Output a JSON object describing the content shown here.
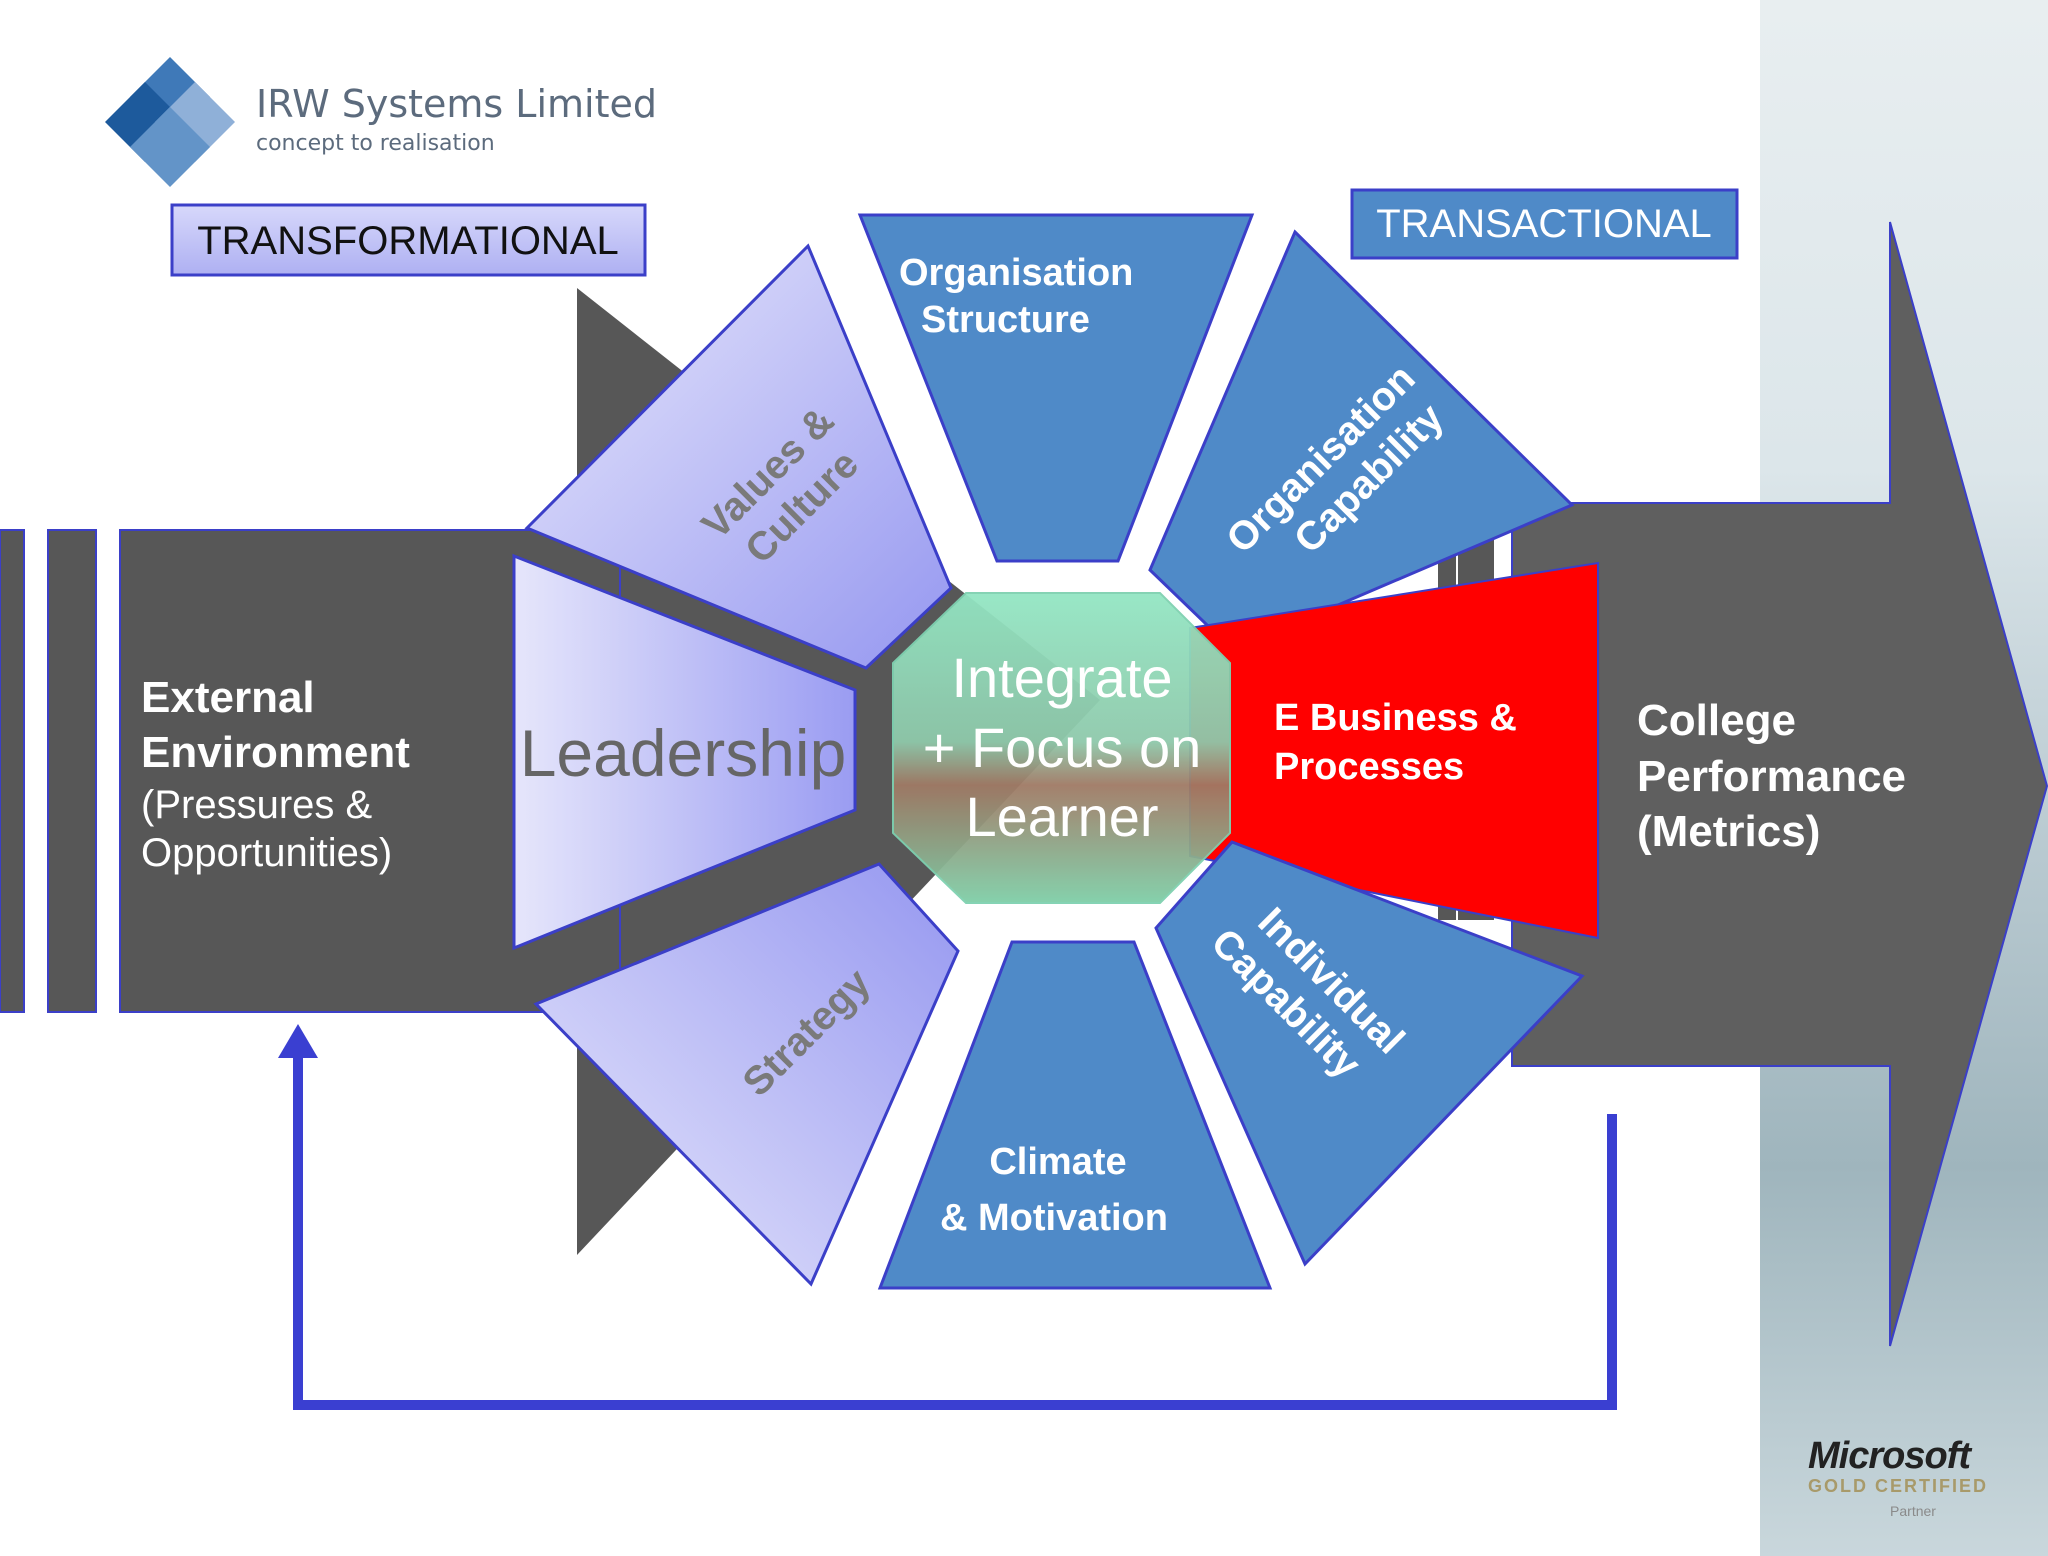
{
  "logo": {
    "company": "IRW Systems Limited",
    "tagline": "concept to realisation"
  },
  "labels": {
    "transformational": "TRANSFORMATIONAL",
    "transactional": "TRANSACTIONAL"
  },
  "external": {
    "title_line1": "External",
    "title_line2": "Environment",
    "sub_line1": "(Pressures &",
    "sub_line2": "Opportunities)"
  },
  "segments": {
    "leadership": "Leadership",
    "values_line1": "Values &",
    "values_line2": "Culture",
    "strategy": "Strategy",
    "org_structure_line1": "Organisation",
    "org_structure_line2": "Structure",
    "org_capability_line1": "Organisation",
    "org_capability_line2": "Capability",
    "ebusiness_line1": "E Business &",
    "ebusiness_line2": "Processes",
    "individual_line1": "Individual",
    "individual_line2": "Capability",
    "climate_line1": "Climate",
    "climate_line2": "& Motivation"
  },
  "center": {
    "line1": "Integrate",
    "line2": "+ Focus on",
    "line3": "Learner"
  },
  "college": {
    "line1": "College",
    "line2": "Performance",
    "line3": "(Metrics)"
  },
  "microsoft": {
    "brand": "Microsoft",
    "certified": "GOLD CERTIFIED",
    "partner": "Partner"
  },
  "colors": {
    "transformational_fill": "#c7c8f5",
    "transactional_fill": "#4f8ac8",
    "ebusiness_fill": "#ff0000",
    "dark_arrow": "#5a5a5a",
    "feedback_arrow": "#3a3fd1"
  }
}
